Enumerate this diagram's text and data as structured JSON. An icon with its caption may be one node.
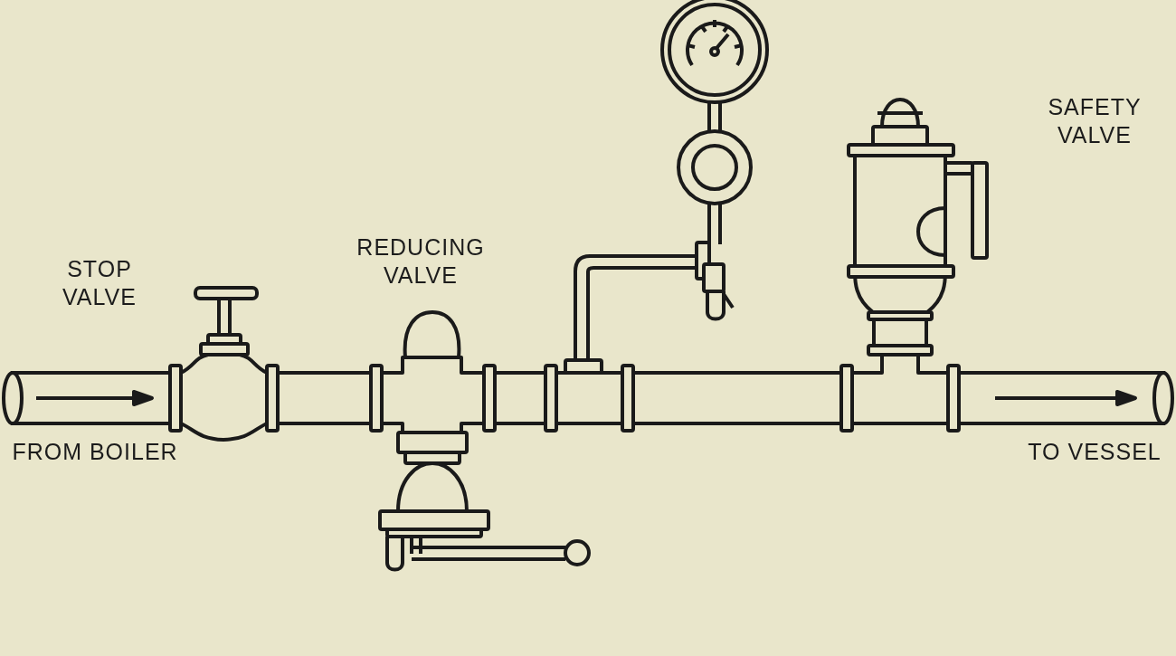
{
  "diagram": {
    "labels": [
      "STOP VALVE",
      "REDUCING VALVE",
      "SAFETY VALVE",
      "FROM BOILER",
      "TO VESSEL"
    ]
  }
}
